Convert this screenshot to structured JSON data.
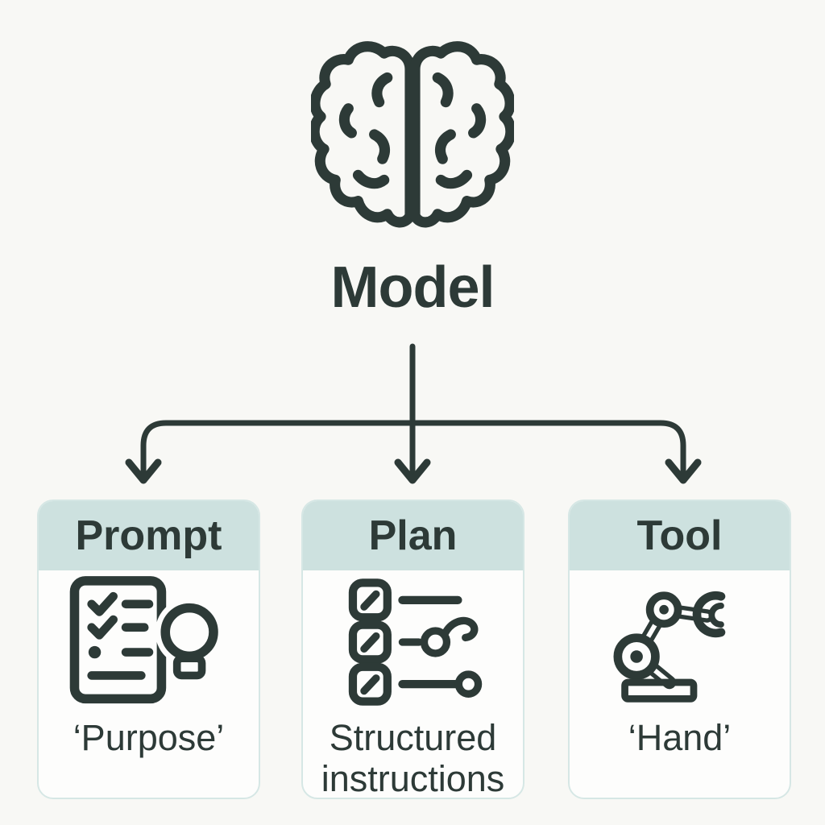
{
  "canvas": {
    "background": "#f8f8f5",
    "ink": "#2d3a37",
    "accent": "#cde1df",
    "card_background": "#fdfdfc",
    "card_border": "#d6e7e5"
  },
  "model": {
    "label": "Model",
    "icon": "brain-icon"
  },
  "connector": {
    "type": "fan-out-arrows",
    "branches": 3
  },
  "cards": [
    {
      "id": "prompt",
      "title": "Prompt",
      "caption": "‘Purpose’",
      "icon": "checklist-lightbulb-icon"
    },
    {
      "id": "plan",
      "title": "Plan",
      "caption": "Structured instructions",
      "icon": "task-checklist-flow-icon"
    },
    {
      "id": "tool",
      "title": "Tool",
      "caption": "‘Hand’",
      "icon": "robot-arm-icon"
    }
  ]
}
